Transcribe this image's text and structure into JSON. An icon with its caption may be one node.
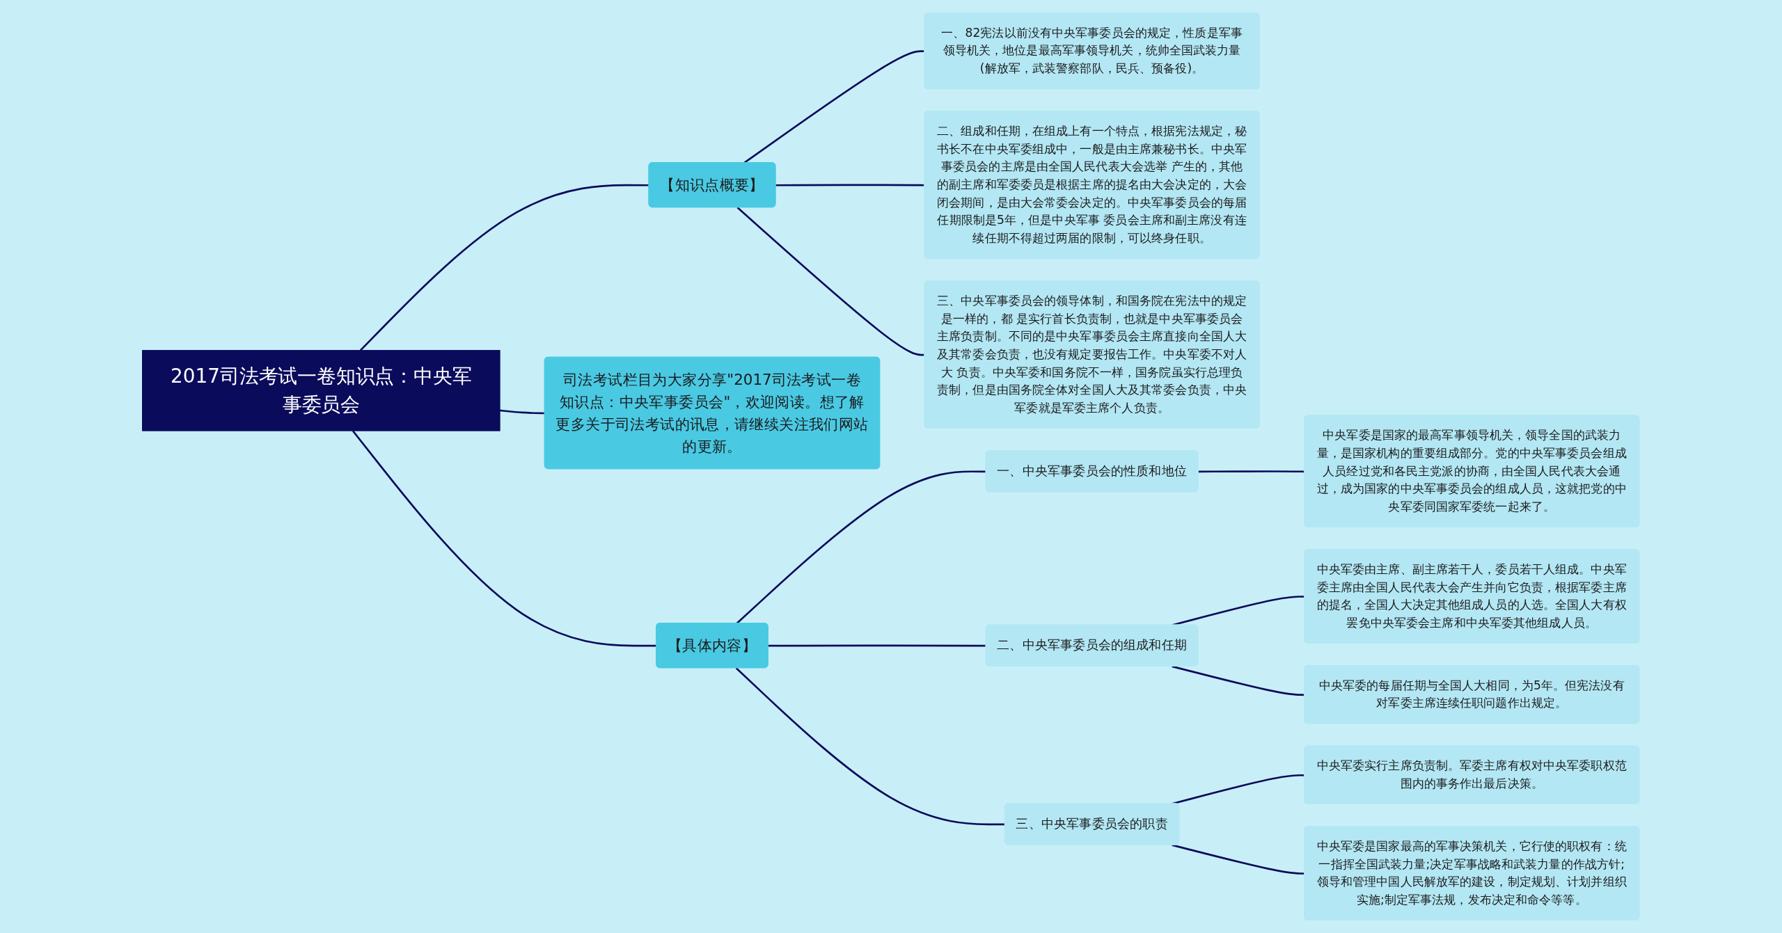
{
  "diagram": {
    "nodes": [
      {
        "text": [
          "2017司法考试一卷知识点：中央军事委员会"
        ]
      },
      {
        "text": [
          "【知识点概要】"
        ]
      },
      {
        "text": [
          "一、82宪法以前没有中央军事委员会的规定，性质是军事领导机关，地位是最高军事领导机关，统帅全国武装力量(解放军，武装警察部队，民兵、预备役)。"
        ]
      },
      {
        "text": [
          "二、组成和任期，在组成上有一个特点，根据宪法规定，秘书长不在中央军委组成中，一般是由主席兼秘书长。中央军事委员会的主席是由全国人民代表大会选举 产生的，其他的副主席和军委委员是根据主席的提名由大会决定的，大会闭会期间，是由大会常委会决定的。中央军事委员会的每届任期限制是5年，但是中央军事 委员会主席和副主席没有连续任期不得超过两届的限制，可以终身任职。"
        ]
      },
      {
        "text": [
          "三、中央军事委员会的领导体制，和国务院在宪法中的规定是一样的，都 是实行首长负责制，也就是中央军事委员会主席负责制。不同的是中央军事委员会主席直接向全国人大及其常委会负责，也没有规定要报告工作。中央军委不对人大 负责。中央军委和国务院不一样，国务院虽实行总理负责制，但是由国务院全体对全国人大及其常委会负责，中央军委就是军委主席个人负责。"
        ]
      },
      {
        "text": [
          "司法考试栏目为大家分享\"2017司法考试一卷知识点：中央军事委员会\"，欢迎阅读。想了解更多关于司法考试的讯息，请继续关注我们网站的更新。"
        ]
      },
      {
        "text": [
          "【具体内容】"
        ]
      },
      {
        "text": [
          "一、中央军事委员会的性质和地位"
        ]
      },
      {
        "text": [
          "中央军委是国家的最高军事领导机关，领导全国的武装力量，是国家机构的重要组成部分。党的中央军事委员会组成人员经过党和各民主党派的协商，由全国人民代表大会通过，成为国家的中央军事委员会的组成人员，这就把党的中央军委同国家军委统一起来了。"
        ]
      },
      {
        "text": [
          "二、中央军事委员会的组成和任期"
        ]
      },
      {
        "text": [
          "中央军委由主席、副主席若干人，委员若干人组成。中央军委主席由全国人民代表大会产生并向它负责，根据军委主席的提名，全国人大决定其他组成人员的人选。全国人大有权罢免中央军委会主席和中央军委其他组成人员。"
        ]
      },
      {
        "text": [
          "中央军委的每届任期与全国人大相同，为5年。但宪法没有对军委主席连续任职问题作出规定。"
        ]
      },
      {
        "text": [
          "三、中央军事委员会的职责"
        ]
      },
      {
        "text": [
          "中央军委实行主席负责制。军委主席有权对中央军委职权范围内的事务作出最后决策。"
        ]
      },
      {
        "text": [
          "中央军委是国家最高的军事决策机关，它行使的职权有：统一指挥全国武装力量;决定军事战略和武装力量的作战方针;领导和管理中国人民解放军的建设，制定规划、计划并组织实施;制定军事法规，发布决定和命令等等。"
        ]
      }
    ],
    "edges": [
      {
        "from": 0,
        "to": 1,
        "arrow": "none"
      },
      {
        "from": 1,
        "to": 2,
        "arrow": "none"
      },
      {
        "from": 1,
        "to": 3,
        "arrow": "none"
      },
      {
        "from": 1,
        "to": 4,
        "arrow": "none"
      },
      {
        "from": 0,
        "to": 5,
        "arrow": "none"
      },
      {
        "from": 0,
        "to": 6,
        "arrow": "none"
      },
      {
        "from": 6,
        "to": 7,
        "arrow": "none"
      },
      {
        "from": 7,
        "to": 8,
        "arrow": "none"
      },
      {
        "from": 6,
        "to": 9,
        "arrow": "none"
      },
      {
        "from": 9,
        "to": 10,
        "arrow": "none"
      },
      {
        "from": 9,
        "to": 11,
        "arrow": "none"
      },
      {
        "from": 6,
        "to": 12,
        "arrow": "none"
      },
      {
        "from": 12,
        "to": 13,
        "arrow": "none"
      },
      {
        "from": 12,
        "to": 14,
        "arrow": "none"
      }
    ]
  }
}
